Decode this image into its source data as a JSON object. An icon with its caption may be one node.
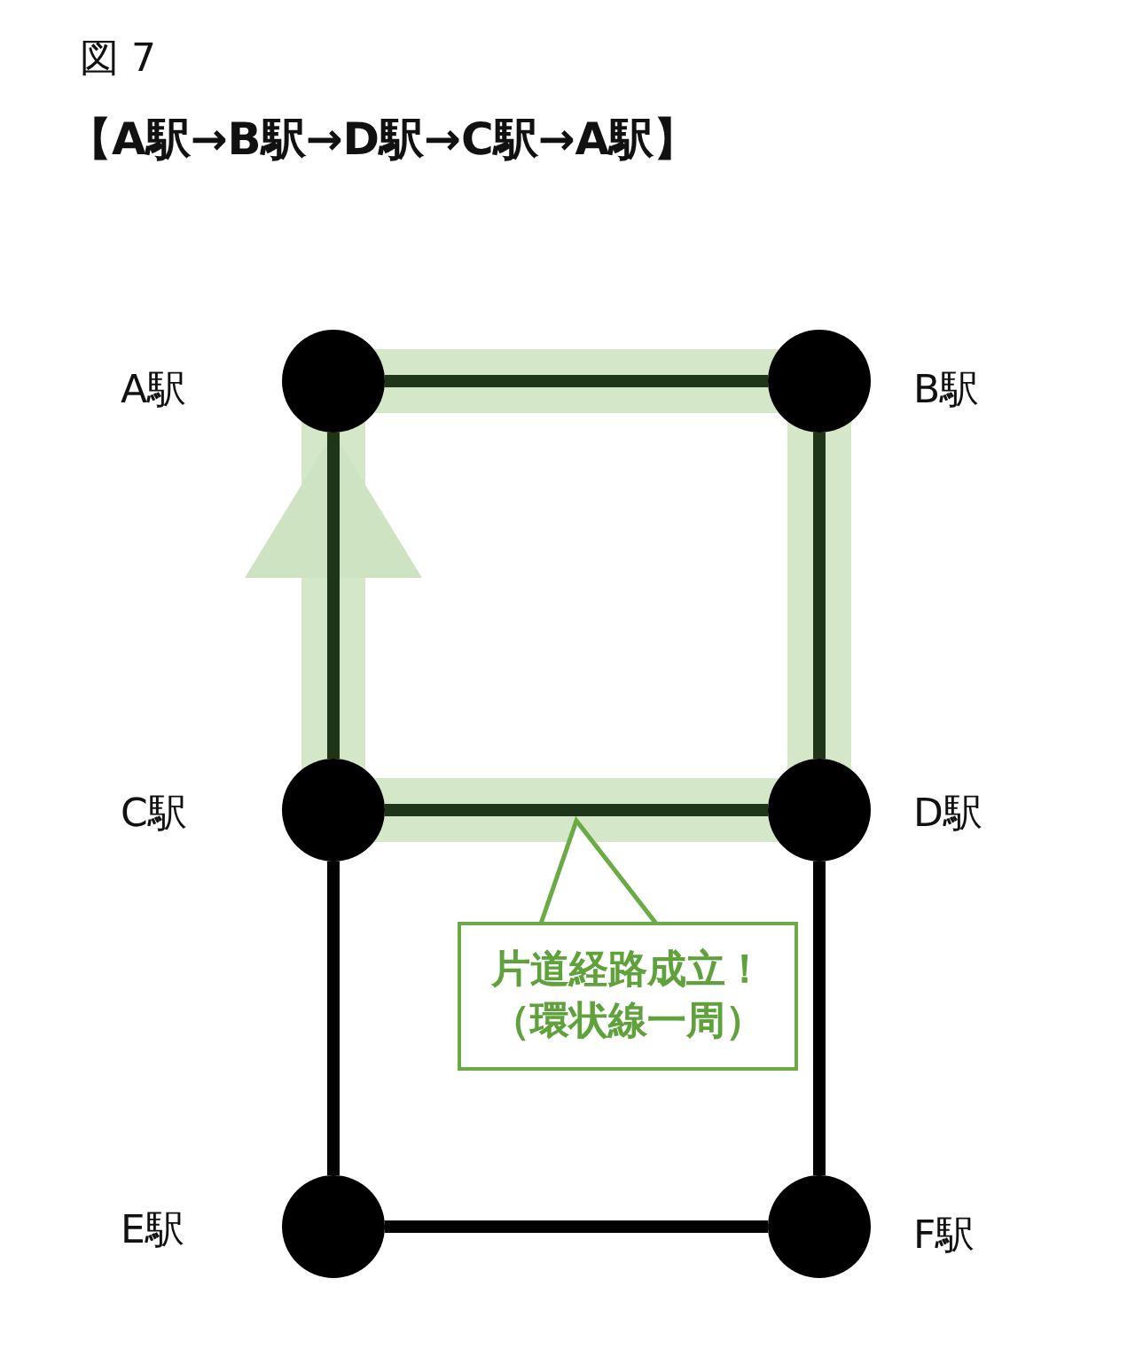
{
  "diagram": {
    "title": "【A駅→B駅→D駅→C駅→A駅】",
    "nodes": [
      {
        "text": [],
        "shape": "circle",
        "beside": [
          "A駅"
        ]
      },
      {
        "text": [],
        "shape": "circle",
        "beside": [
          "B駅"
        ]
      },
      {
        "text": [],
        "shape": "circle",
        "beside": [
          "C駅"
        ]
      },
      {
        "text": [],
        "shape": "circle",
        "beside": [
          "D駅"
        ]
      },
      {
        "text": [],
        "shape": "circle",
        "beside": [
          "E駅"
        ]
      },
      {
        "text": [],
        "shape": "circle",
        "beside": [
          "F駅"
        ]
      },
      {
        "text": [
          "片道経路成立！（環状線一周）"
        ]
      }
    ],
    "edges": [
      {
        "from": 0,
        "to": 1,
        "arrow": "none",
        "color": "#1f3519"
      },
      {
        "from": 1,
        "to": 3,
        "arrow": "none",
        "color": "#1f3519"
      },
      {
        "from": 2,
        "to": 3,
        "arrow": "none",
        "color": "#1f3519"
      },
      {
        "from": 2,
        "to": 0,
        "arrow": "to",
        "color": "#1f3519"
      },
      {
        "from": 2,
        "to": 4,
        "arrow": "none"
      },
      {
        "from": 3,
        "to": 5,
        "arrow": "none"
      },
      {
        "from": 4,
        "to": 5,
        "arrow": "none"
      }
    ],
    "labels": [
      "図 7"
    ]
  }
}
